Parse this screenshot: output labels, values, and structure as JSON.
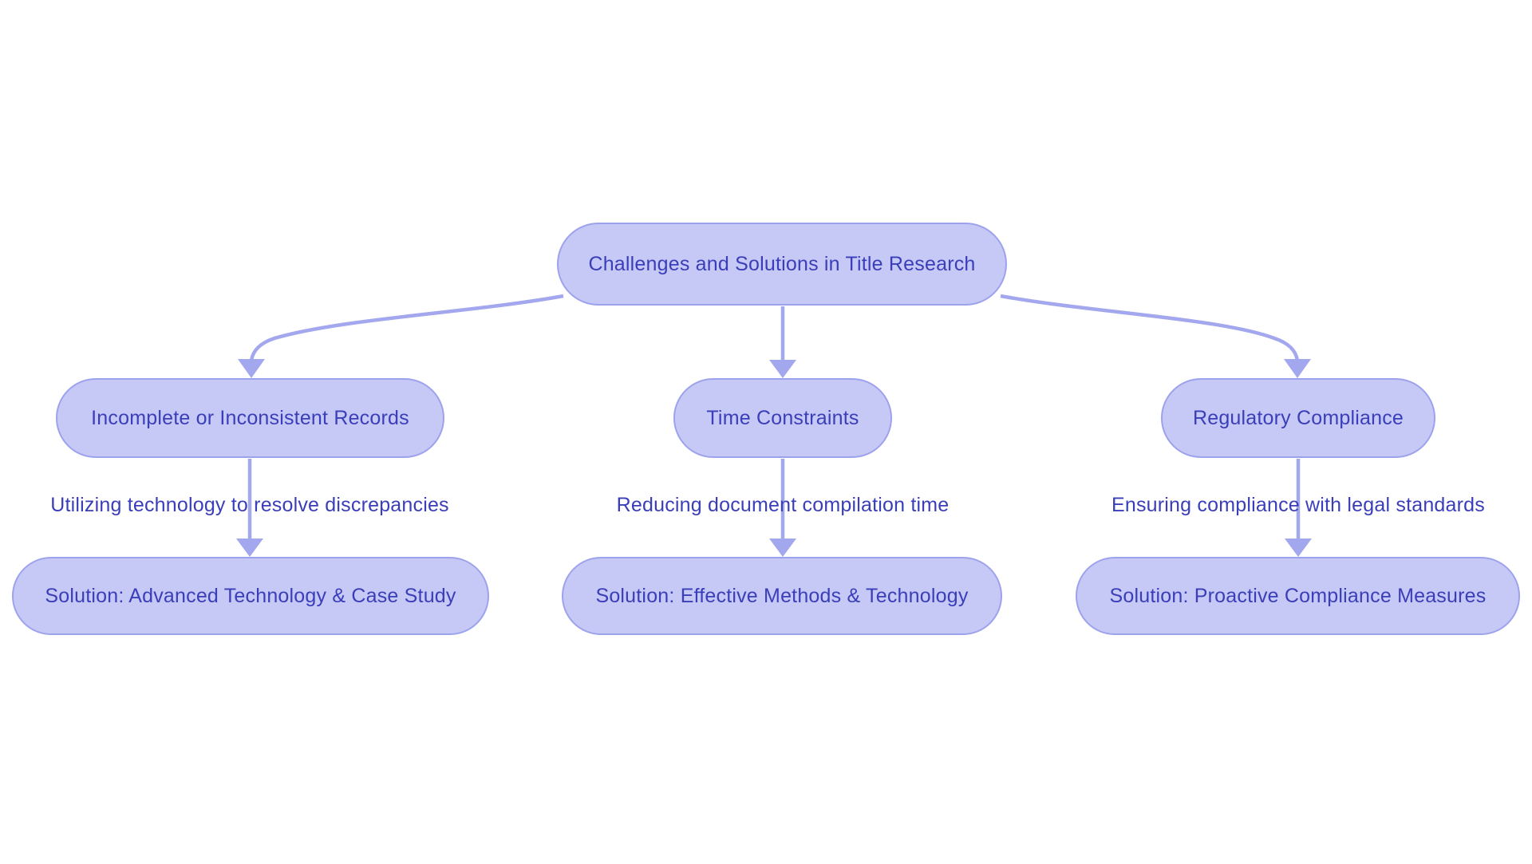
{
  "diagram": {
    "type": "flowchart",
    "root": {
      "label": "Challenges and Solutions in Title Research"
    },
    "branches": [
      {
        "challenge": "Incomplete or Inconsistent Records",
        "edge_label": "Utilizing technology to resolve discrepancies",
        "solution": "Solution: Advanced Technology & Case Study"
      },
      {
        "challenge": "Time Constraints",
        "edge_label": "Reducing document compilation time",
        "solution": "Solution: Effective Methods & Technology"
      },
      {
        "challenge": "Regulatory Compliance",
        "edge_label": "Ensuring compliance with legal standards",
        "solution": "Solution: Proactive Compliance Measures"
      }
    ],
    "colors": {
      "node_fill": "#c6c9f6",
      "node_border": "#9da2ec",
      "edge_stroke": "#a3a7ee",
      "text": "#3a3eb8",
      "background": "#ffffff"
    }
  }
}
